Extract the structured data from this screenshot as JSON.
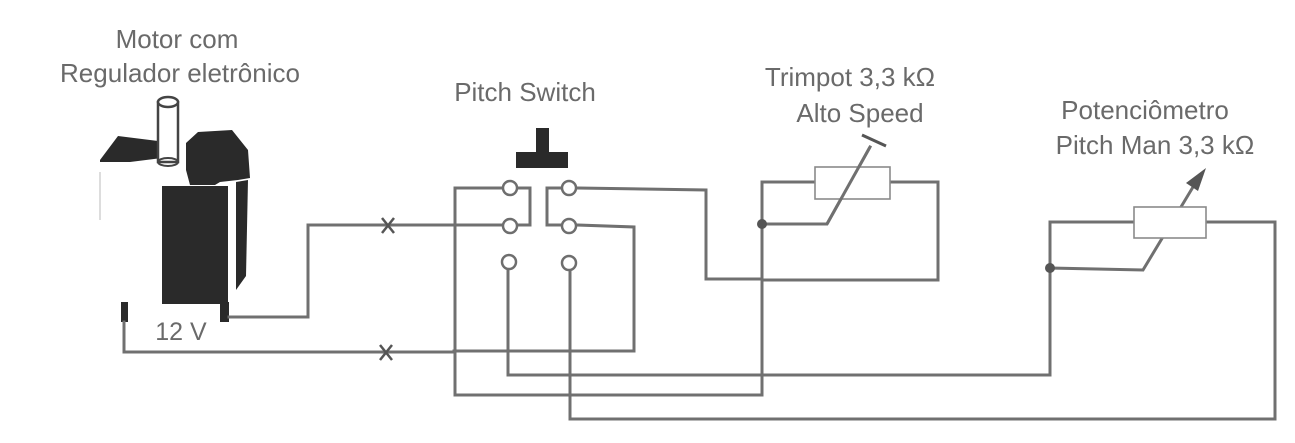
{
  "diagram": {
    "title": "Pitch switch wiring with electronic motor regulator",
    "labels": {
      "motor_line1": "Motor com",
      "motor_line2": "Regulador eletrônico",
      "voltage": "12 V",
      "pitch_switch": "Pitch Switch",
      "trimpot_line1": "Trimpot 3,3 kΩ",
      "trimpot_line2": "Alto Speed",
      "pot_line1": "Potenciômetro",
      "pot_line2": "Pitch Man 3,3 kΩ"
    },
    "components": [
      {
        "id": "motor",
        "type": "motor with electronic regulator",
        "supply": "12 V"
      },
      {
        "id": "pitch-switch",
        "type": "DPDT switch",
        "terminals": 6
      },
      {
        "id": "trimpot",
        "type": "trimmer potentiometer",
        "value": "3,3 kΩ",
        "purpose": "Alto Speed"
      },
      {
        "id": "potentiometer",
        "type": "variable potentiometer",
        "value": "3,3 kΩ",
        "purpose": "Pitch Man"
      }
    ],
    "break_marks": 2,
    "colors": {
      "wire": "#707070",
      "text": "#6a6a6a",
      "motor_body": "#2a2a2a"
    }
  }
}
